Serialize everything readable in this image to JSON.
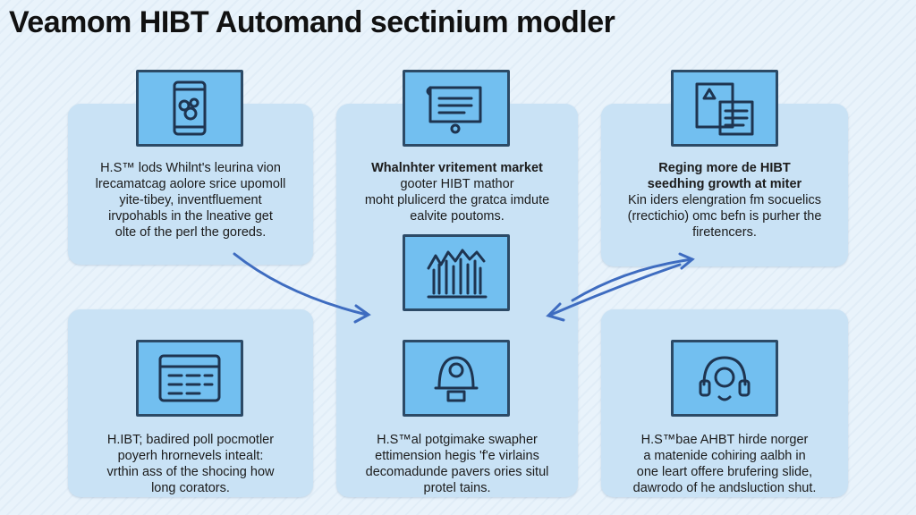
{
  "title": "Veamom HIBT Automand sectinium modler",
  "colors": {
    "panel": "#c9e2f5",
    "icon_fill": "#72bff0",
    "icon_stroke": "#2c4a66",
    "arrow": "#3e6cc0"
  },
  "cards": {
    "top_left": {
      "icon": "tablet-icon",
      "lines": [
        "H.S™ lods Whilnt's leurina vion",
        "lrecamatcag aolore srice upomoll",
        "yite-tibey, inventfluement",
        "irvpohabls in the lneative get",
        "olte of the perl the goreds."
      ]
    },
    "top_center": {
      "icon": "ticket-icon",
      "heading": "Whalnhter vritement market",
      "lines": [
        "gooter HIBT mathor",
        "moht plulicerd the gratca imdute",
        "ealvite poutoms."
      ]
    },
    "top_right": {
      "icon": "documents-icon",
      "heading": "Reging more de HIBT",
      "heading2": "seedhing growth at miter",
      "lines": [
        "Kin iders elengration fm socuelics",
        "(rrectichio) omc befn is purher the",
        "firetencers."
      ]
    },
    "center": {
      "icon": "bar-chart-icon"
    },
    "bottom_left": {
      "icon": "calendar-icon",
      "lines": [
        "H.IBT; badired poll pocmotler",
        "poyerh hrornevels intealt:",
        "vrthin ass of the shocing how",
        "long corators."
      ]
    },
    "bottom_center": {
      "icon": "helmet-icon",
      "lines": [
        "H.S™al potgimake swapher",
        "ettimension hegis 'f'e virlains",
        "decomadunde pavers ories situl",
        "protel tains."
      ]
    },
    "bottom_right": {
      "icon": "headset-icon",
      "lines": [
        "H.S™bae AHBT hirde norger",
        "a matenide cohiring aalbh in",
        "one leart offere brufering slide,",
        "dawrodo of he andsluction shut."
      ]
    }
  }
}
